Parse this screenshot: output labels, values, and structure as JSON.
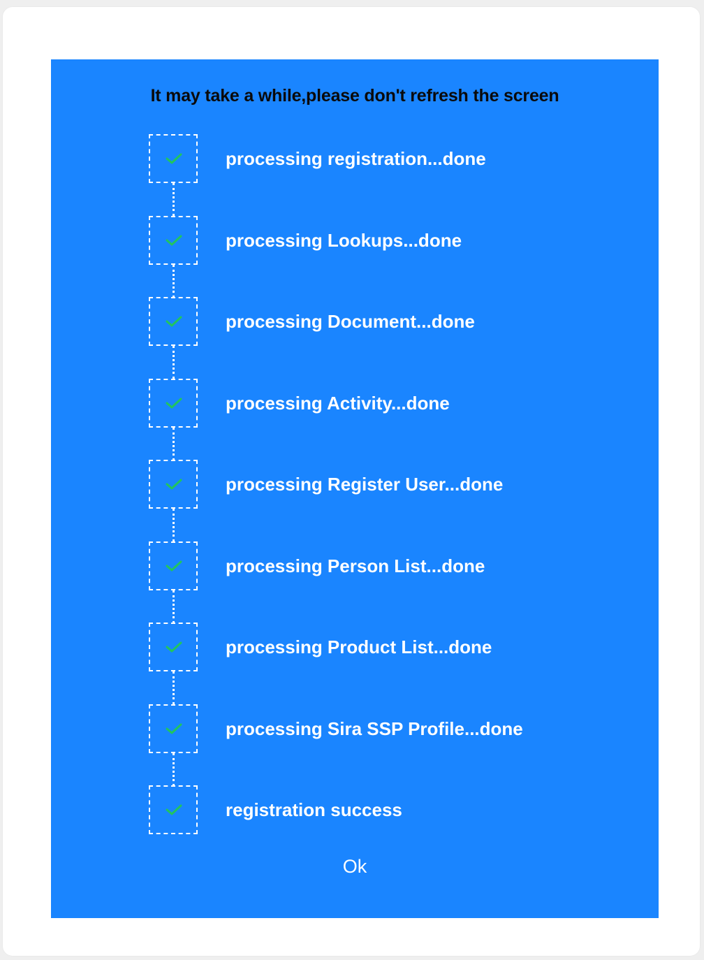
{
  "dialog": {
    "heading": "It may take a while,please don't refresh the screen",
    "steps": [
      {
        "label": "processing registration...done",
        "status": "done",
        "icon": "check-icon"
      },
      {
        "label": "processing Lookups...done",
        "status": "done",
        "icon": "check-icon"
      },
      {
        "label": "processing Document...done",
        "status": "done",
        "icon": "check-icon"
      },
      {
        "label": "processing Activity...done",
        "status": "done",
        "icon": "check-icon"
      },
      {
        "label": "processing Register User...done",
        "status": "done",
        "icon": "check-icon"
      },
      {
        "label": "processing Person List...done",
        "status": "done",
        "icon": "check-icon"
      },
      {
        "label": "processing Product List...done",
        "status": "done",
        "icon": "check-icon"
      },
      {
        "label": "processing Sira SSP Profile...done",
        "status": "done",
        "icon": "check-icon"
      },
      {
        "label": "registration success",
        "status": "done",
        "icon": "check-icon"
      }
    ],
    "ok_label": "Ok"
  },
  "colors": {
    "panel_bg": "#1a85ff",
    "check": "#22c55e",
    "text": "#ffffff",
    "heading_text": "#0a0a0a"
  }
}
